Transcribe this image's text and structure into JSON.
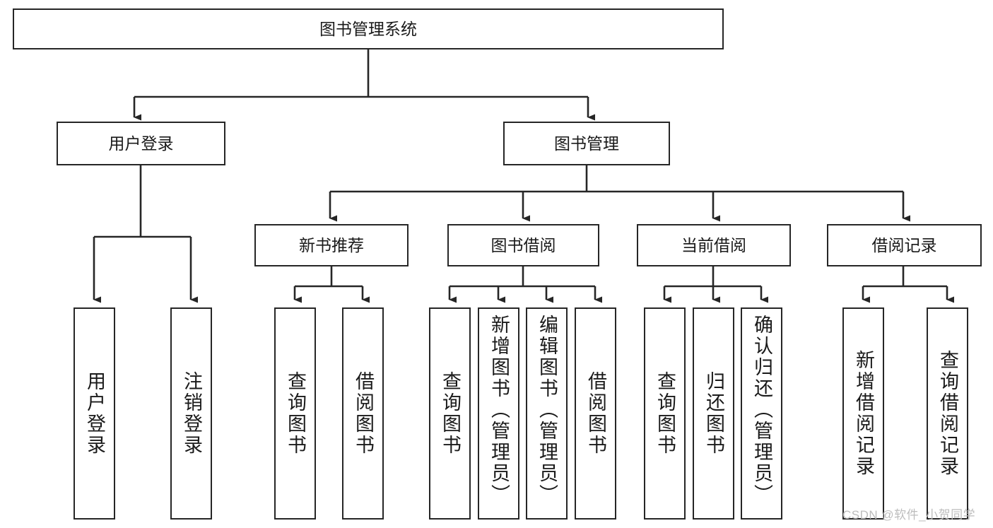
{
  "diagram": {
    "title": "图书管理系统",
    "type": "tree",
    "colors": {
      "stroke": "#262626",
      "fill": "#ffffff",
      "text": "#1a1a1a",
      "watermark": "#bdbdbd"
    },
    "root": {
      "label": "图书管理系统"
    },
    "level2": [
      {
        "label": "用户登录"
      },
      {
        "label": "图书管理"
      }
    ],
    "level3": [
      {
        "label": "新书推荐"
      },
      {
        "label": "图书借阅"
      },
      {
        "label": "当前借阅"
      },
      {
        "label": "借阅记录"
      }
    ],
    "leaves": {
      "user_login": [
        {
          "label": "用户登录"
        },
        {
          "label": "注销登录"
        }
      ],
      "new_book_recommend": [
        {
          "label": "查询图书"
        },
        {
          "label": "借阅图书"
        }
      ],
      "book_borrow": [
        {
          "label": "查询图书"
        },
        {
          "label": "新增图书（管理员）"
        },
        {
          "label": "编辑图书（管理员）"
        },
        {
          "label": "借阅图书"
        }
      ],
      "current_borrow": [
        {
          "label": "查询图书"
        },
        {
          "label": "归还图书"
        },
        {
          "label": "确认归还（管理员）"
        }
      ],
      "borrow_record": [
        {
          "label": "新增借阅记录"
        },
        {
          "label": "查询借阅记录"
        }
      ]
    }
  },
  "watermark": {
    "text": "CSDN @软件_小贺同学"
  }
}
